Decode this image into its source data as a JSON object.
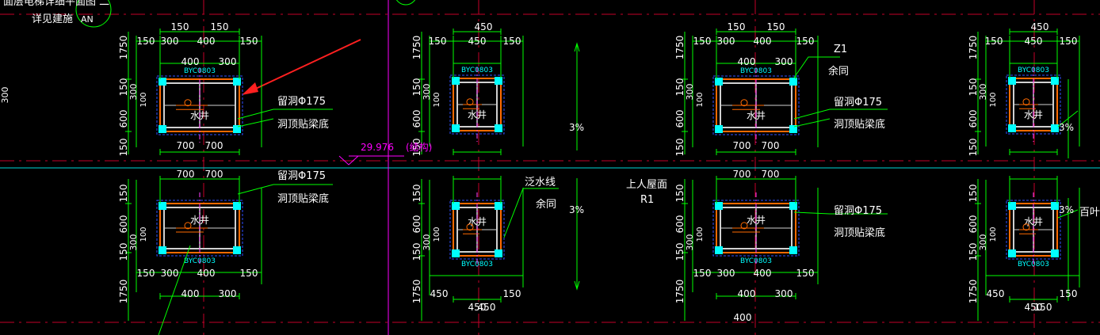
{
  "title_partial": "面层电梯详细平面图 二",
  "note_see": "详见建施",
  "note_ref": "AN",
  "elevation": "29.976",
  "elevation_tag": "(结构)",
  "label_shaft": "水井",
  "label_box": "BYC0803",
  "note_hole": "留洞Φ175",
  "note_beam": "洞顶贴梁底",
  "note_z1": "Z1",
  "note_same": "余同",
  "note_flashing": "泛水线",
  "note_roof": "上人屋面",
  "note_r1": "R1",
  "note_louver": "百叶",
  "slope": "3%",
  "dims": {
    "d100": "100",
    "d150": "150",
    "d300": "300",
    "d400": "400",
    "d450": "450",
    "d600": "600",
    "d700": "700",
    "d1750": "1750"
  },
  "colors": {
    "grid": "#d4002a",
    "axis": "#ff00ff",
    "dim": "#00ff00",
    "wall": "#d0d0d0",
    "column": "#00ffff",
    "text": "#ffffff",
    "detail": "#ff6a00",
    "arrow": "#ff2020"
  }
}
